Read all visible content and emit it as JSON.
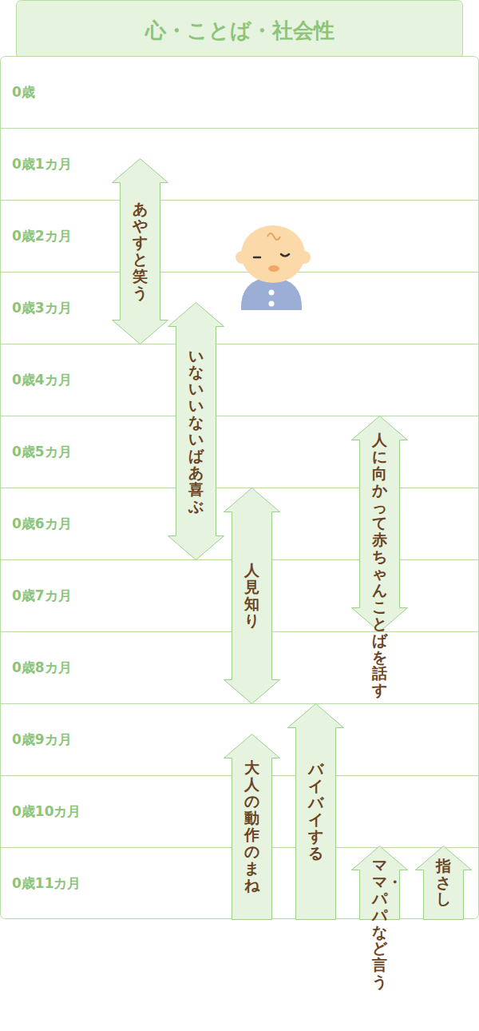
{
  "diagram": {
    "title": "心・ことば・社会性",
    "nodes": [
      {
        "text": [
          "あやすと笑う"
        ]
      },
      {
        "text": [
          "いないいないばあ喜ぶ"
        ]
      },
      {
        "text": [
          "人見知り"
        ]
      },
      {
        "text": [
          "人に向かって赤ちゃんことばを話す"
        ]
      },
      {
        "text": [
          "大人の動作のまね"
        ]
      },
      {
        "text": [
          "バイバイする"
        ]
      },
      {
        "text": [
          "ママ・パパなど言う"
        ]
      },
      {
        "text": [
          "指さし"
        ]
      }
    ],
    "labels": [
      "0歳",
      "0歳1カ月",
      "0歳2カ月",
      "0歳3カ月",
      "0歳4カ月",
      "0歳5カ月",
      "0歳6カ月",
      "0歳7カ月",
      "0歳8カ月",
      "0歳9カ月",
      "0歳10カ月",
      "0歳11カ月"
    ]
  }
}
